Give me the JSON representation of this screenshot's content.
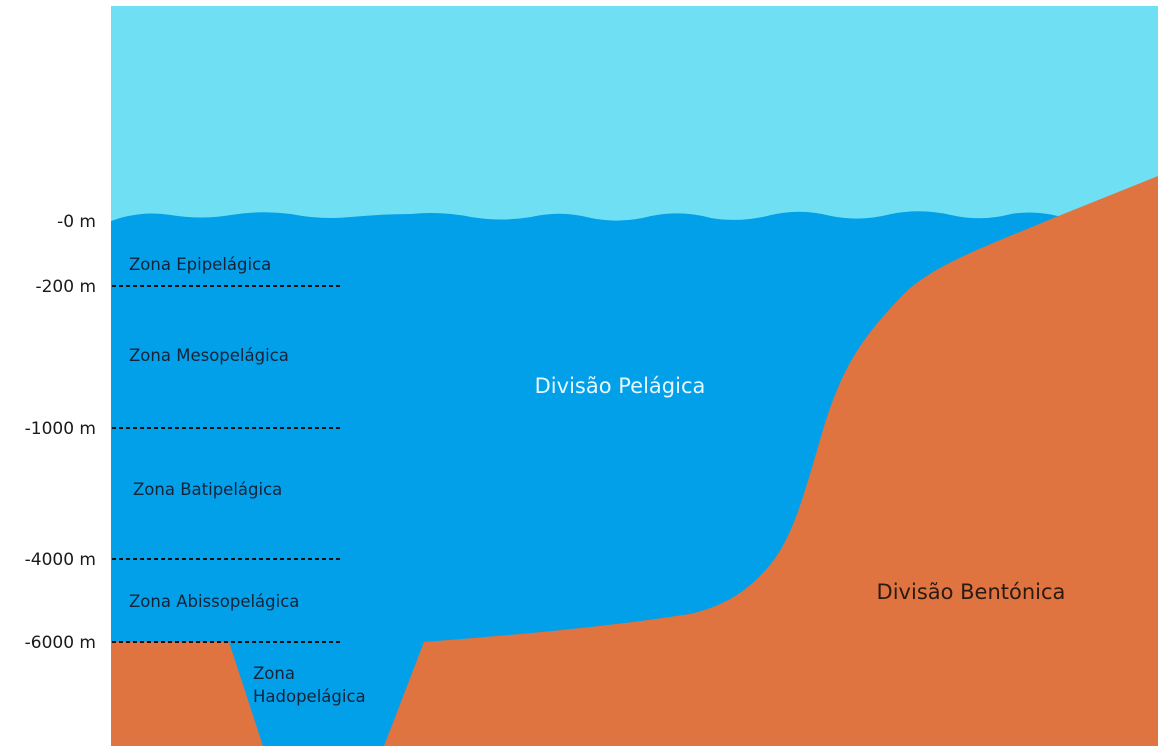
{
  "colors": {
    "sky": "#6fe0f4",
    "ocean": "#02a0e8",
    "seafloor": "#e07440",
    "pelagic_text": "#e6f6ff",
    "benthic_text": "#2b1a12",
    "depth_line": "#111111"
  },
  "depth_markers": [
    {
      "label": "-0 m",
      "dashed_line": false
    },
    {
      "label": "-200 m",
      "dashed_line": true
    },
    {
      "label": "-1000 m",
      "dashed_line": true
    },
    {
      "label": "-4000 m",
      "dashed_line": true
    },
    {
      "label": "-6000 m",
      "dashed_line": true
    }
  ],
  "zones": [
    {
      "lines": [
        "Zona Epipelágica"
      ]
    },
    {
      "lines": [
        "Zona Mesopelágica"
      ]
    },
    {
      "lines": [
        "Zona Batipelágica"
      ]
    },
    {
      "lines": [
        "Zona Abissopelágica"
      ]
    },
    {
      "lines": [
        "Zona",
        "Hadopelágica"
      ]
    }
  ],
  "divisions": {
    "pelagic": "Divisão Pelágica",
    "benthic": "Divisão Bentónica"
  }
}
